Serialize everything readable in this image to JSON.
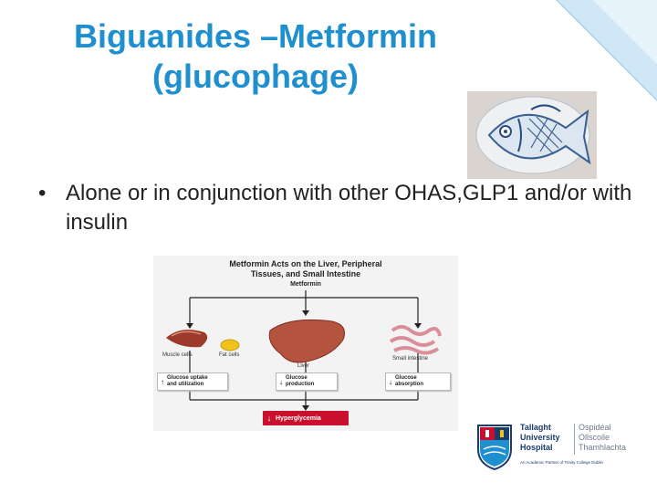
{
  "slide": {
    "title_line1": "Biguanides –Metformin",
    "title_line2": "(glucophage)",
    "bullet_marker": "•",
    "bullet_text": "Alone or in conjunction with other OHAS,GLP1 and/or with insulin",
    "colors": {
      "title": "#1f8fd0",
      "accent": "#1f8fd0",
      "hyperglycemia": "#c8102e"
    }
  },
  "diagram": {
    "title_line1": "Metformin Acts on the Liver, Peripheral",
    "title_line2": "Tissues, and Small Intestine",
    "drug": "Metformin",
    "labels": {
      "muscle": "Muscle cells",
      "fat": "Fat cells",
      "liver": "Liver",
      "intestine": "Small intestine"
    },
    "effects": [
      {
        "arrow": "↑",
        "line1": "Glucose uptake",
        "line2": "and utilization"
      },
      {
        "arrow": "↓",
        "line1": "Glucose",
        "line2": "production"
      },
      {
        "arrow": "↓",
        "line1": "Glucose",
        "line2": "absorption"
      }
    ],
    "outcome_arrow": "↓",
    "outcome": "Hyperglycemia"
  },
  "logo": {
    "name_en": [
      "Tallaght",
      "University",
      "Hospital"
    ],
    "name_ga": [
      "Ospidéal",
      "Ollscoile",
      "Thamhlachta"
    ],
    "partner": "An Academic Partner of Trinity College Dublin"
  },
  "icons": [
    "corner-decoration",
    "fish-plate-image",
    "hospital-crest-icon"
  ]
}
